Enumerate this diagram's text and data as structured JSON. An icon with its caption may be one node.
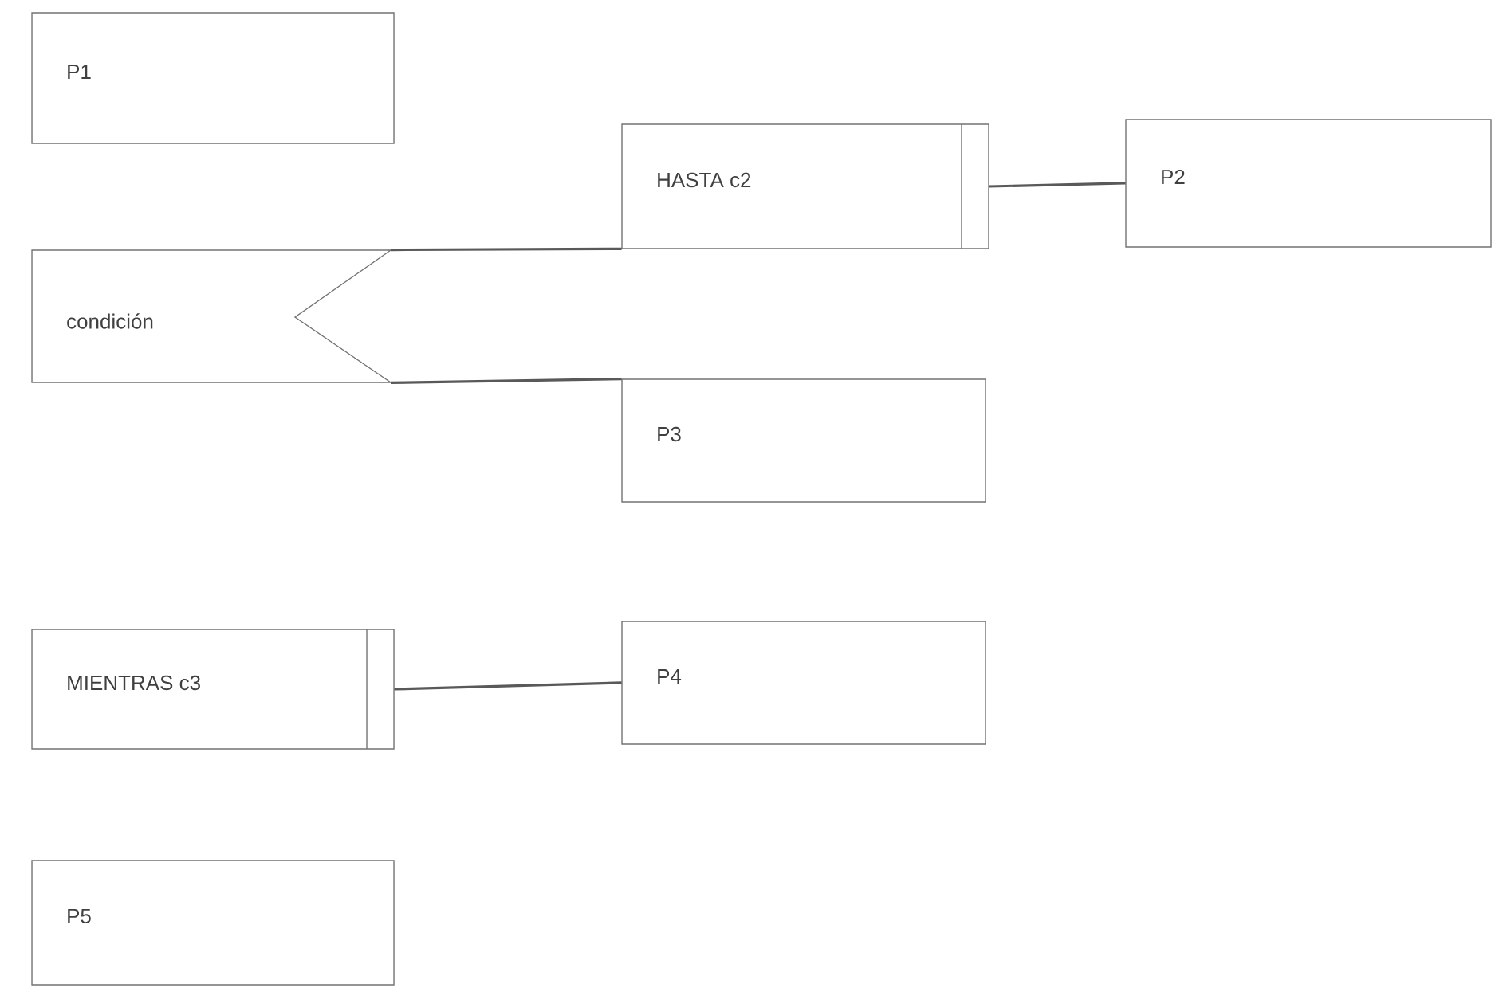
{
  "diagram": {
    "nodes": [
      {
        "text": [
          "P1"
        ]
      },
      {
        "text": [
          "HASTA c2"
        ]
      },
      {
        "text": [
          "P2"
        ]
      },
      {
        "text": [
          "condición"
        ]
      },
      {
        "text": [
          "P3"
        ]
      },
      {
        "text": [
          "MIENTRAS c3"
        ]
      },
      {
        "text": [
          "P4"
        ]
      },
      {
        "text": [
          "P5"
        ]
      }
    ],
    "edges": [
      {
        "from": 1,
        "to": 2,
        "arrow": "none"
      },
      {
        "from": 3,
        "to": 1,
        "arrow": "none"
      },
      {
        "from": 3,
        "to": 4,
        "arrow": "none"
      },
      {
        "from": 5,
        "to": 6,
        "arrow": "none"
      }
    ]
  }
}
